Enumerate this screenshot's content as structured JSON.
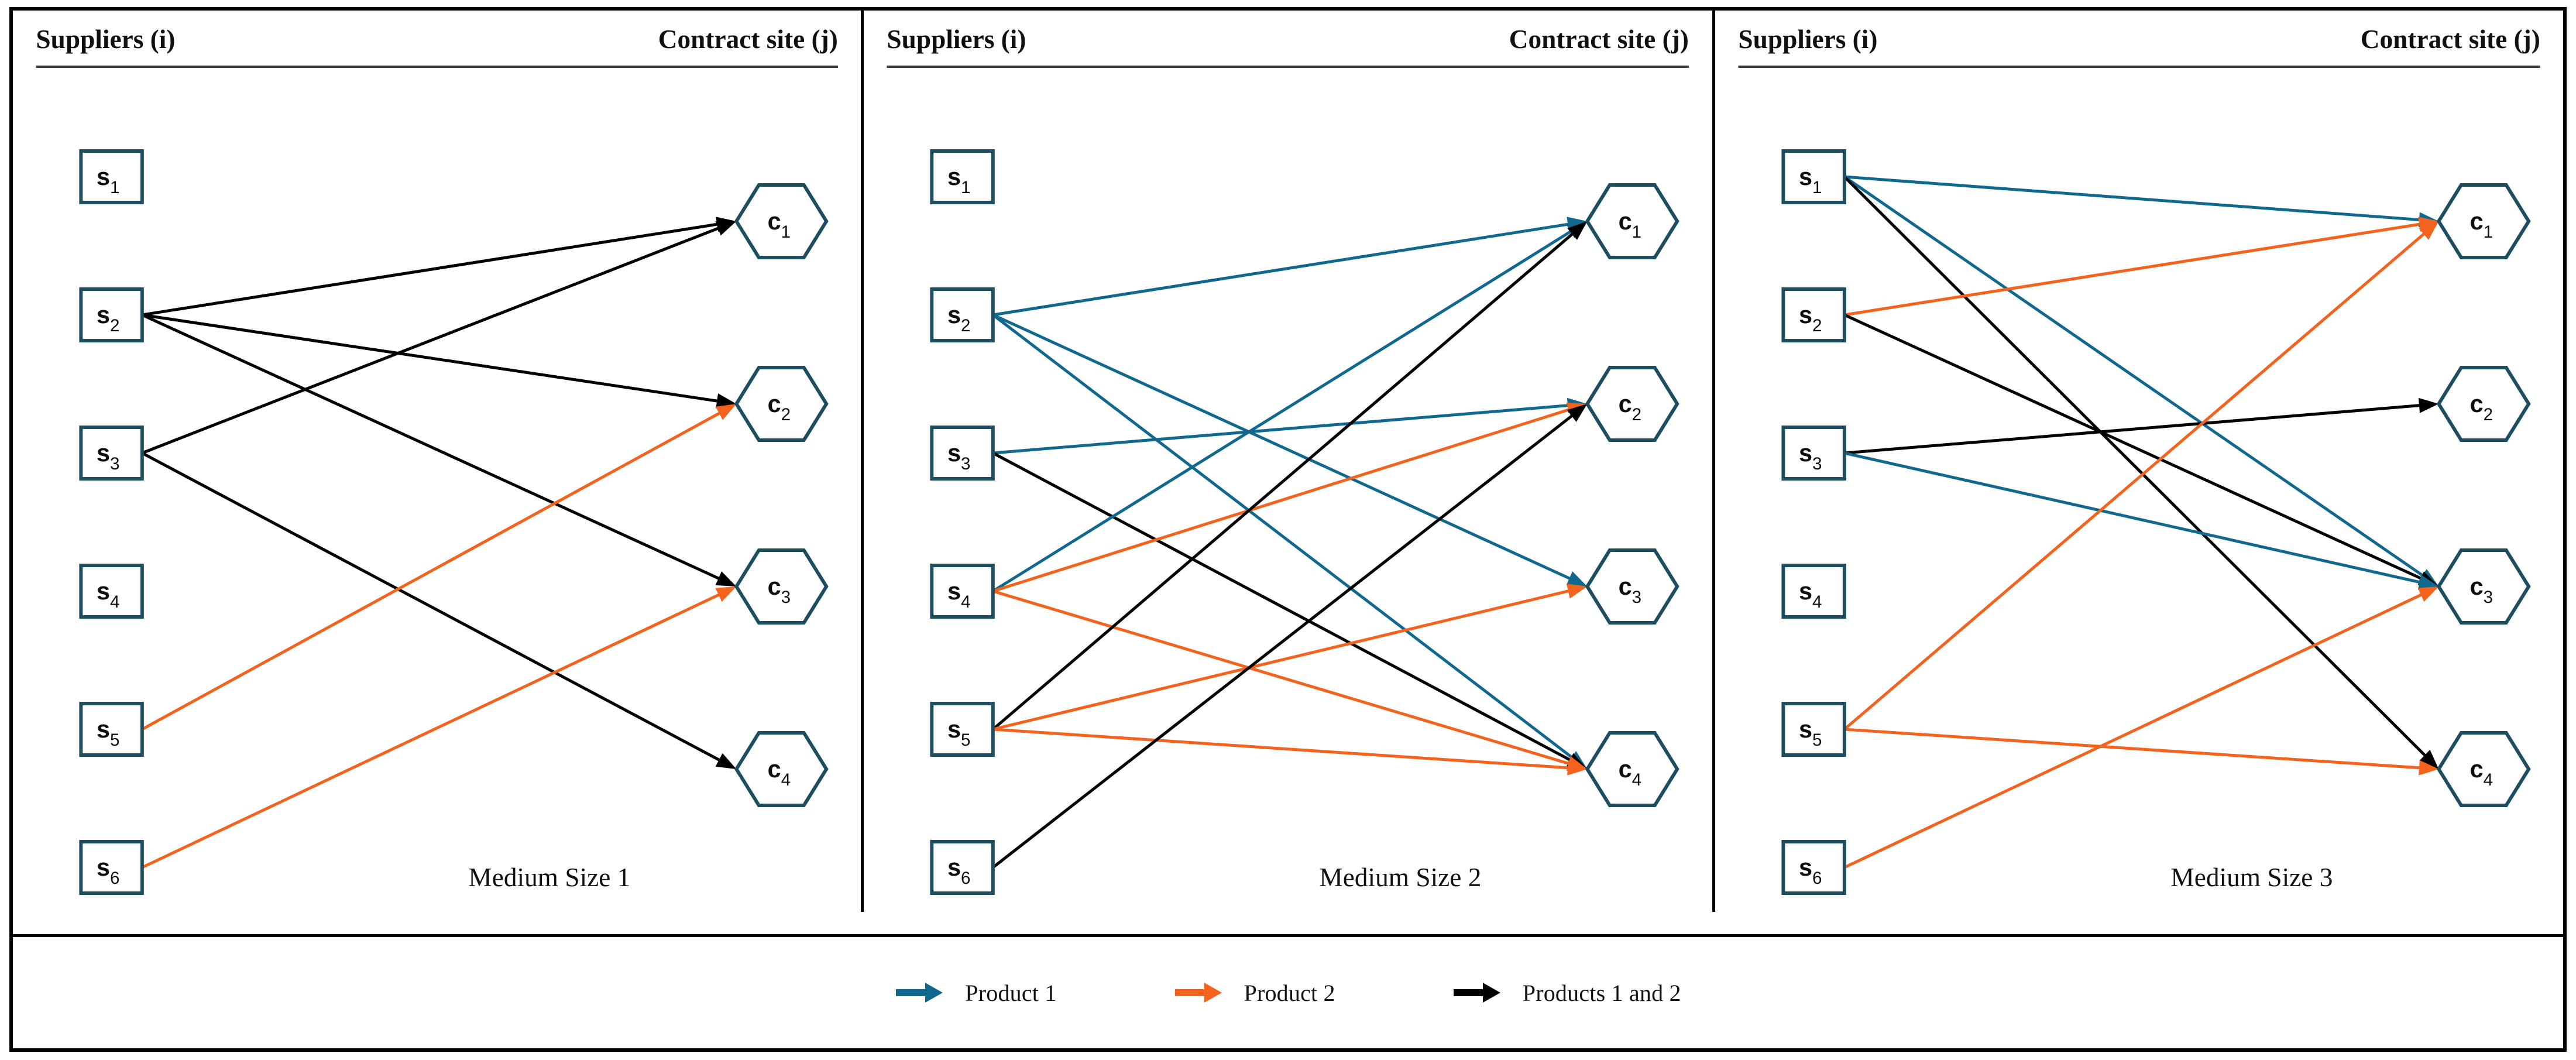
{
  "figure": {
    "title": "",
    "colors": {
      "product1": "#10688f",
      "product2": "#f4631e",
      "both": "#000000",
      "node_stroke": "#1d4e5f",
      "node_fill": "#ffffff",
      "frame": "#000000",
      "rule": "#3a3a3a"
    }
  },
  "panels": [
    {
      "id": "medium-size-1",
      "caption": "Medium Size 1",
      "left_header": "Suppliers (i)",
      "right_header": "Contract site (j)",
      "suppliers": [
        {
          "id": "s1",
          "label": "s",
          "sub": "1"
        },
        {
          "id": "s2",
          "label": "s",
          "sub": "2"
        },
        {
          "id": "s3",
          "label": "s",
          "sub": "3"
        },
        {
          "id": "s4",
          "label": "s",
          "sub": "4"
        },
        {
          "id": "s5",
          "label": "s",
          "sub": "5"
        },
        {
          "id": "s6",
          "label": "s",
          "sub": "6"
        }
      ],
      "sites": [
        {
          "id": "c1",
          "label": "c",
          "sub": "1"
        },
        {
          "id": "c2",
          "label": "c",
          "sub": "2"
        },
        {
          "id": "c3",
          "label": "c",
          "sub": "3"
        },
        {
          "id": "c4",
          "label": "c",
          "sub": "4"
        }
      ],
      "edges": [
        {
          "from": "s2",
          "to": "c1",
          "product": "both"
        },
        {
          "from": "s2",
          "to": "c2",
          "product": "both"
        },
        {
          "from": "s2",
          "to": "c3",
          "product": "both"
        },
        {
          "from": "s3",
          "to": "c1",
          "product": "both"
        },
        {
          "from": "s3",
          "to": "c4",
          "product": "both"
        },
        {
          "from": "s5",
          "to": "c2",
          "product": "product2"
        },
        {
          "from": "s6",
          "to": "c3",
          "product": "product2"
        }
      ]
    },
    {
      "id": "medium-size-2",
      "caption": "Medium Size 2",
      "left_header": "Suppliers (i)",
      "right_header": "Contract site (j)",
      "suppliers": [
        {
          "id": "s1",
          "label": "s",
          "sub": "1"
        },
        {
          "id": "s2",
          "label": "s",
          "sub": "2"
        },
        {
          "id": "s3",
          "label": "s",
          "sub": "3"
        },
        {
          "id": "s4",
          "label": "s",
          "sub": "4"
        },
        {
          "id": "s5",
          "label": "s",
          "sub": "5"
        },
        {
          "id": "s6",
          "label": "s",
          "sub": "6"
        }
      ],
      "sites": [
        {
          "id": "c1",
          "label": "c",
          "sub": "1"
        },
        {
          "id": "c2",
          "label": "c",
          "sub": "2"
        },
        {
          "id": "c3",
          "label": "c",
          "sub": "3"
        },
        {
          "id": "c4",
          "label": "c",
          "sub": "4"
        }
      ],
      "edges": [
        {
          "from": "s2",
          "to": "c1",
          "product": "product1"
        },
        {
          "from": "s2",
          "to": "c3",
          "product": "product1"
        },
        {
          "from": "s2",
          "to": "c4",
          "product": "product1"
        },
        {
          "from": "s3",
          "to": "c2",
          "product": "product1"
        },
        {
          "from": "s3",
          "to": "c4",
          "product": "both"
        },
        {
          "from": "s4",
          "to": "c1",
          "product": "product1"
        },
        {
          "from": "s4",
          "to": "c2",
          "product": "product2"
        },
        {
          "from": "s4",
          "to": "c4",
          "product": "product2"
        },
        {
          "from": "s5",
          "to": "c1",
          "product": "both"
        },
        {
          "from": "s5",
          "to": "c3",
          "product": "product2"
        },
        {
          "from": "s5",
          "to": "c4",
          "product": "product2"
        },
        {
          "from": "s6",
          "to": "c2",
          "product": "both"
        }
      ]
    },
    {
      "id": "medium-size-3",
      "caption": "Medium Size 3",
      "left_header": "Suppliers (i)",
      "right_header": "Contract site (j)",
      "suppliers": [
        {
          "id": "s1",
          "label": "s",
          "sub": "1"
        },
        {
          "id": "s2",
          "label": "s",
          "sub": "2"
        },
        {
          "id": "s3",
          "label": "s",
          "sub": "3"
        },
        {
          "id": "s4",
          "label": "s",
          "sub": "4"
        },
        {
          "id": "s5",
          "label": "s",
          "sub": "5"
        },
        {
          "id": "s6",
          "label": "s",
          "sub": "6"
        }
      ],
      "sites": [
        {
          "id": "c1",
          "label": "c",
          "sub": "1"
        },
        {
          "id": "c2",
          "label": "c",
          "sub": "2"
        },
        {
          "id": "c3",
          "label": "c",
          "sub": "3"
        },
        {
          "id": "c4",
          "label": "c",
          "sub": "4"
        }
      ],
      "edges": [
        {
          "from": "s1",
          "to": "c1",
          "product": "product1"
        },
        {
          "from": "s1",
          "to": "c3",
          "product": "product1"
        },
        {
          "from": "s1",
          "to": "c4",
          "product": "both"
        },
        {
          "from": "s2",
          "to": "c1",
          "product": "product2"
        },
        {
          "from": "s2",
          "to": "c3",
          "product": "both"
        },
        {
          "from": "s3",
          "to": "c2",
          "product": "both"
        },
        {
          "from": "s3",
          "to": "c3",
          "product": "product1"
        },
        {
          "from": "s5",
          "to": "c1",
          "product": "product2"
        },
        {
          "from": "s5",
          "to": "c4",
          "product": "product2"
        },
        {
          "from": "s6",
          "to": "c3",
          "product": "product2"
        }
      ]
    }
  ],
  "legend": {
    "items": [
      {
        "id": "product1",
        "label": "Product 1",
        "color": "#10688f"
      },
      {
        "id": "product2",
        "label": "Product 2",
        "color": "#f4631e"
      },
      {
        "id": "both",
        "label": "Products 1 and 2",
        "color": "#000000"
      }
    ]
  }
}
